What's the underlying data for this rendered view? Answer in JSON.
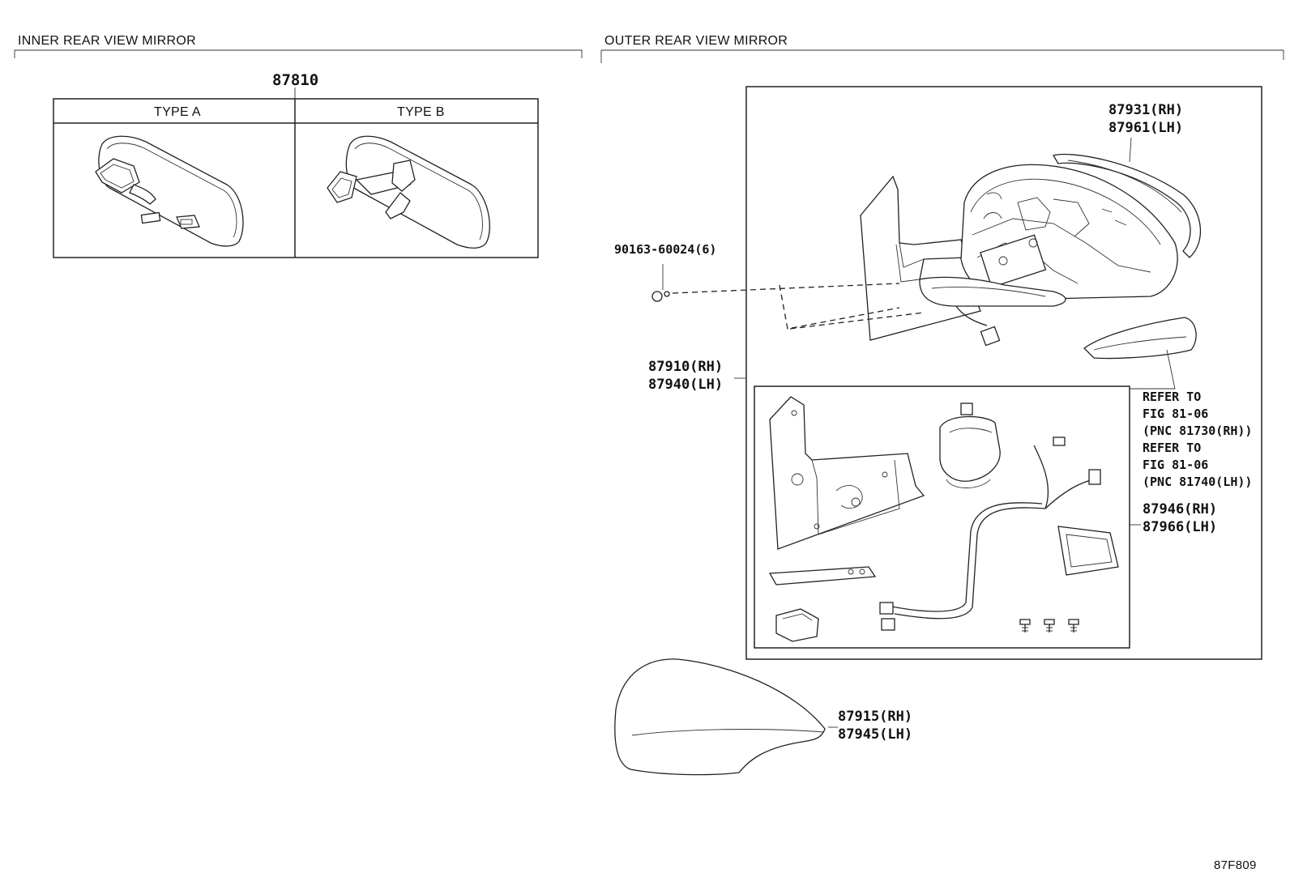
{
  "sections": {
    "inner": {
      "title": "INNER REAR VIEW MIRROR"
    },
    "outer": {
      "title": "OUTER REAR VIEW MIRROR"
    }
  },
  "inner": {
    "part_number": "87810",
    "type_a": "TYPE A",
    "type_b": "TYPE B"
  },
  "callouts": {
    "mirror_rh": "87931(RH)",
    "mirror_lh": "87961(LH)",
    "screw": "90163-60024(6)",
    "assy_rh": "87910(RH)",
    "assy_lh": "87940(LH)",
    "refer1_l1": "REFER TO",
    "refer1_l2": "FIG 81-06",
    "refer1_l3": "(PNC 81730(RH))",
    "refer2_l1": "REFER TO",
    "refer2_l2": "FIG 81-06",
    "refer2_l3": "(PNC 81740(LH))",
    "motor_rh": "87946(RH)",
    "motor_lh": "87966(LH)",
    "cover_rh": "87915(RH)",
    "cover_lh": "87945(LH)"
  },
  "figure_id": "87F809"
}
